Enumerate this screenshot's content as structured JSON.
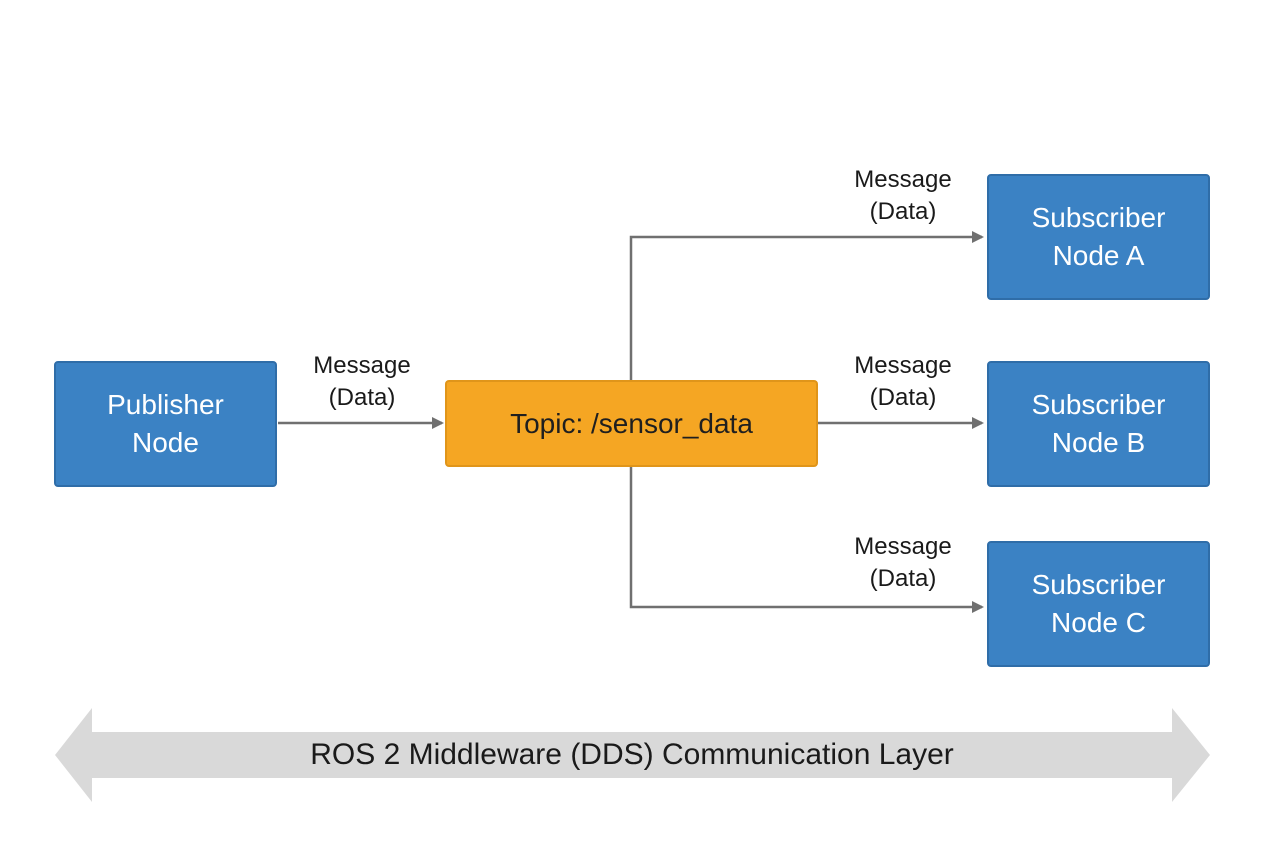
{
  "publisher": {
    "label": "Publisher\nNode"
  },
  "topic": {
    "label": "Topic: /sensor_data"
  },
  "subscribers": [
    {
      "label": "Subscriber\nNode A"
    },
    {
      "label": "Subscriber\nNode B"
    },
    {
      "label": "Subscriber\nNode C"
    }
  ],
  "messages": [
    {
      "line1": "Message",
      "line2": "(Data)"
    },
    {
      "line1": "Message",
      "line2": "(Data)"
    },
    {
      "line1": "Message",
      "line2": "(Data)"
    },
    {
      "line1": "Message",
      "line2": "(Data)"
    }
  ],
  "middleware": {
    "label": "ROS 2 Middleware (DDS) Communication Layer"
  },
  "colors": {
    "node_fill": "#3b82c4",
    "topic_fill": "#f5a623",
    "arrow": "#707070",
    "layer_band": "#d9d9d9"
  }
}
